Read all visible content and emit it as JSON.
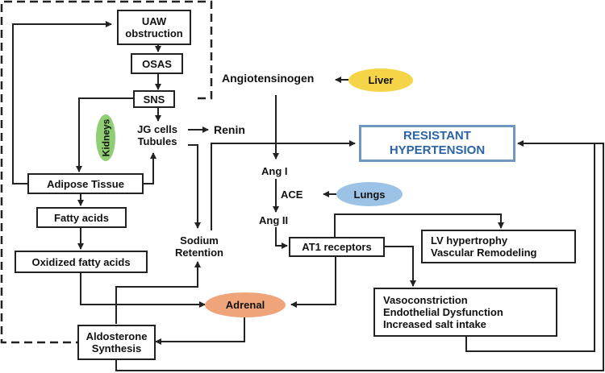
{
  "nodes": {
    "uaw_obstruction": "UAW\nobstruction",
    "osas": "OSAS",
    "sns": "SNS",
    "kidneys": "Kidneys",
    "jg_cells": "JG cells\nTubules",
    "renin": "Renin",
    "angiotensinogen": "Angiotensinogen",
    "liver": "Liver",
    "resistant_hypertension": "RESISTANT\nHYPERTENSION",
    "adipose_tissue": "Adipose Tissue",
    "fatty_acids": "Fatty acids",
    "oxidized_fatty_acids": "Oxidized fatty acids",
    "sodium_retention": "Sodium\nRetention",
    "ang_i": "Ang I",
    "ace": "ACE",
    "lungs": "Lungs",
    "ang_ii": "Ang II",
    "at1_receptors": "AT1 receptors",
    "lv_hypertrophy": "LV hypertrophy\nVascular Remodeling",
    "vasoconstriction": "Vasoconstriction\nEndothelial Dysfunction\nIncreased salt intake",
    "adrenal": "Adrenal",
    "aldosterone_synthesis": "Aldosterone\nSynthesis"
  },
  "colors": {
    "liver": "#f5d547",
    "lungs": "#9cc3e6",
    "adrenal": "#f0a47a",
    "kidneys": "#8fce72",
    "resistant_text": "#2a63a6",
    "resistant_border": "#6f98c0",
    "line": "#222222"
  }
}
